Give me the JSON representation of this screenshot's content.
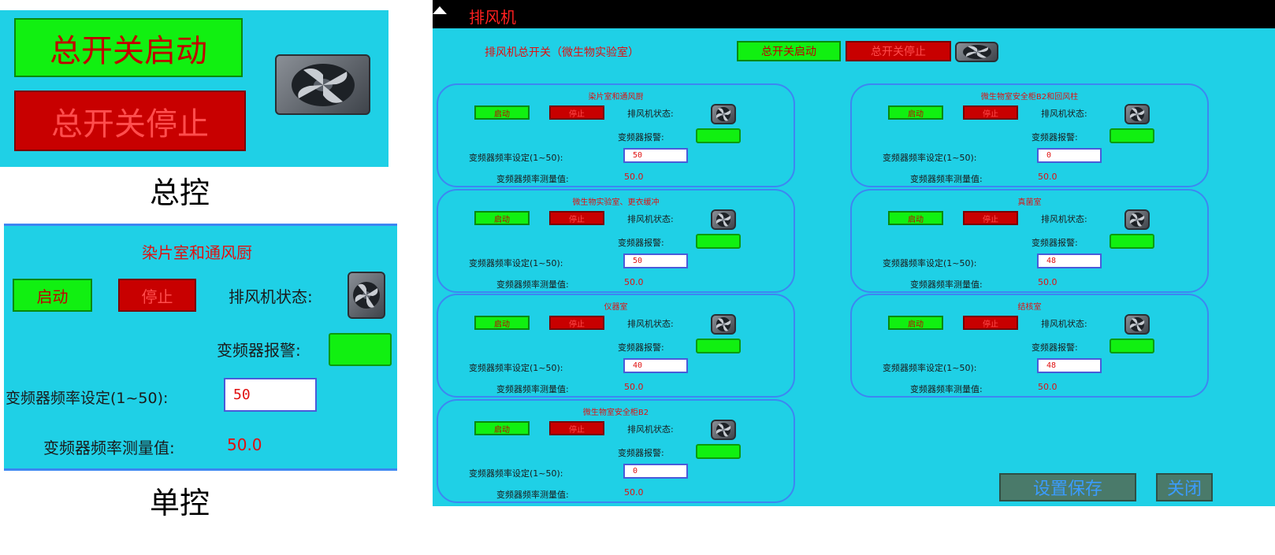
{
  "master_panel": {
    "start_label": "总开关启动",
    "stop_label": "总开关停止",
    "caption": "总控"
  },
  "single_panel": {
    "title": "染片室和通风厨",
    "start_label": "启动",
    "stop_label": "停止",
    "fan_status_label": "排风机状态:",
    "alarm_label": "变频器报警:",
    "freq_set_label": "变频器频率设定(1~50):",
    "freq_set_value": "50",
    "freq_measure_label": "变频器频率测量值:",
    "freq_measure_value": "50.0",
    "caption": "单控"
  },
  "window": {
    "title": "排风机",
    "master_label": "排风机总开关（微生物实验室）",
    "master_start_label": "总开关启动",
    "master_stop_label": "总开关停止",
    "save_label": "设置保存",
    "close_label": "关闭"
  },
  "common": {
    "start_label": "启动",
    "stop_label": "停止",
    "fan_status_label": "排风机状态:",
    "alarm_label": "变频器报警:",
    "freq_set_label": "变频器频率设定(1~50):",
    "freq_measure_label": "变频器频率测量值:"
  },
  "groups": [
    {
      "title": "染片室和通风厨",
      "freq_set": "50",
      "freq_measure": "50.0"
    },
    {
      "title": "微生物室安全柜B2和回风柱",
      "freq_set": "0",
      "freq_measure": "50.0"
    },
    {
      "title": "微生物实验室、更衣缓冲",
      "freq_set": "50",
      "freq_measure": "50.0"
    },
    {
      "title": "真菌室",
      "freq_set": "48",
      "freq_measure": "50.0"
    },
    {
      "title": "仪器室",
      "freq_set": "40",
      "freq_measure": "50.0"
    },
    {
      "title": "结核室",
      "freq_set": "48",
      "freq_measure": "50.0"
    },
    {
      "title": "微生物室安全柜B2",
      "freq_set": "0",
      "freq_measure": "50.0"
    }
  ],
  "colors": {
    "panel_bg": "#1fd0e6",
    "start_green": "#11f011",
    "stop_red": "#c80000",
    "title_bar": "#000000",
    "group_border": "#3d86f2"
  }
}
